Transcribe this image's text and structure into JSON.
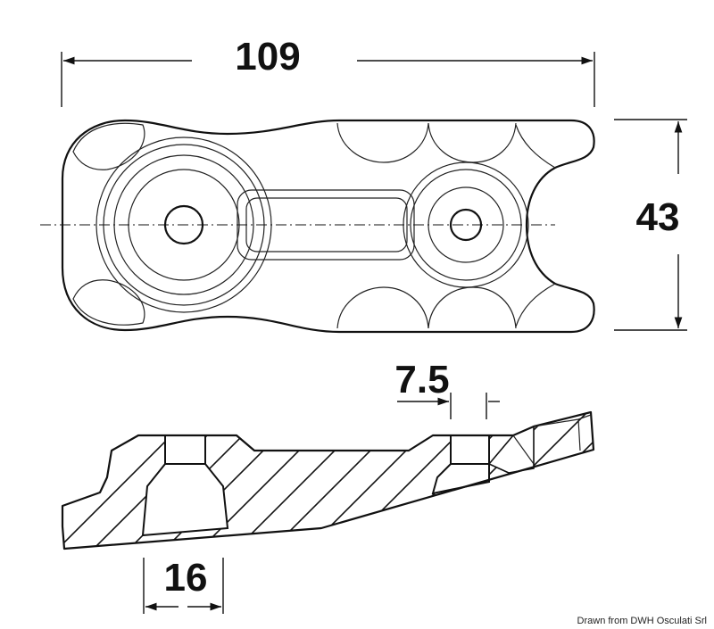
{
  "drawing": {
    "dimensions": {
      "overall_length": "109",
      "height": "43",
      "slot_depth": "7.5",
      "foot_width": "16"
    },
    "credit": "Drawn from DWH Osculati Srl"
  }
}
